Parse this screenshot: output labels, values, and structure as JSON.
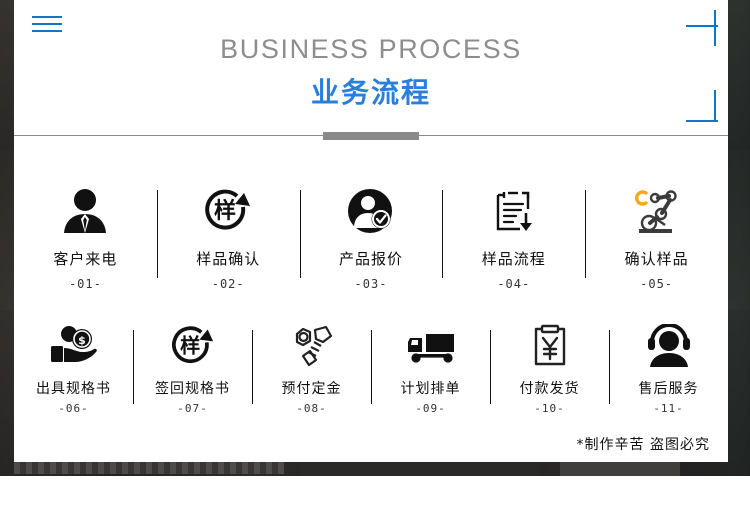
{
  "header": {
    "menu_icon": "hamburger-icon",
    "title_en": "BUSINESS PROCESS",
    "title_cn": "业务流程",
    "accent_color": "#1276c8",
    "title_en_color": "#8d8d8d",
    "title_cn_color": "#2a7fdd",
    "divider_color": "#8a8a8a"
  },
  "steps": [
    {
      "label": "客户来电",
      "number": "-01-",
      "icon": "businessman-icon"
    },
    {
      "label": "样品确认",
      "number": "-02-",
      "icon": "sample-refresh-icon"
    },
    {
      "label": "产品报价",
      "number": "-03-",
      "icon": "user-check-icon"
    },
    {
      "label": "样品流程",
      "number": "-04-",
      "icon": "clipboard-download-icon"
    },
    {
      "label": "确认样品",
      "number": "-05-",
      "icon": "robot-arm-icon"
    },
    {
      "label": "出具规格书",
      "number": "-06-",
      "icon": "hand-money-icon"
    },
    {
      "label": "签回规格书",
      "number": "-07-",
      "icon": "sample-refresh-icon"
    },
    {
      "label": "预付定金",
      "number": "-08-",
      "icon": "bolt-nut-icon"
    },
    {
      "label": "计划排单",
      "number": "-09-",
      "icon": "truck-icon"
    },
    {
      "label": "付款发货",
      "number": "-10-",
      "icon": "clipboard-yen-icon"
    },
    {
      "label": "售后服务",
      "number": "-11-",
      "icon": "headset-support-icon"
    }
  ],
  "footer": {
    "note": "*制作辛苦  盗图必究"
  },
  "colors": {
    "icon_black": "#111111",
    "robot_accent": "#f5a623",
    "card_bg": "#ffffff",
    "backdrop": "#2e2c29"
  }
}
